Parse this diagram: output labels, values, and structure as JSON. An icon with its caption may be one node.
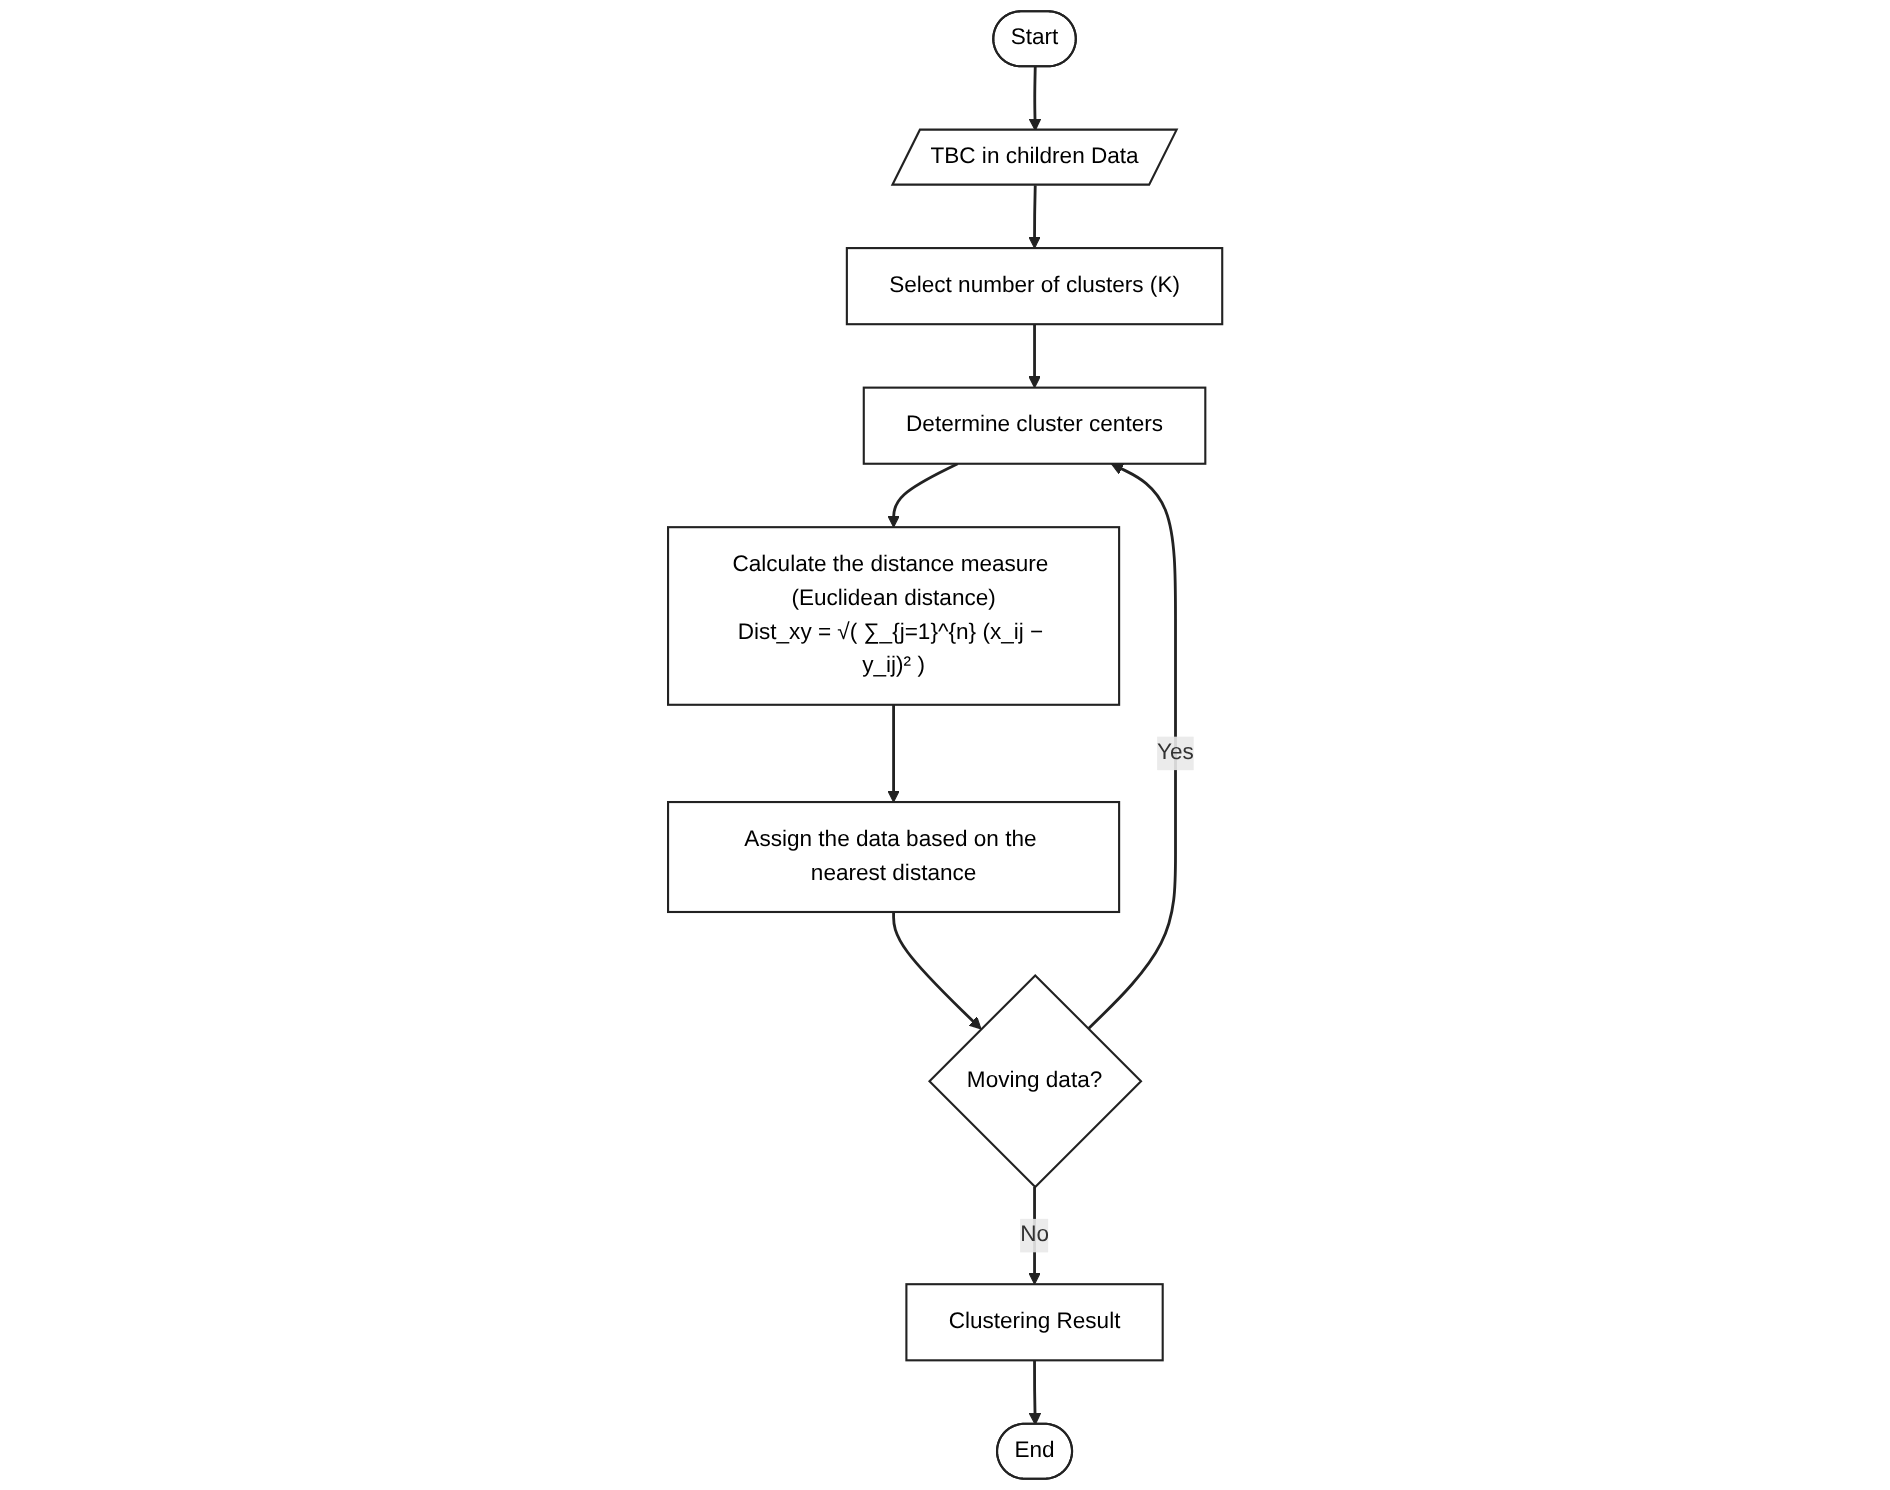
{
  "diagram": {
    "nodes": [
      {
        "text": [
          "Start"
        ]
      },
      {
        "text": [
          "TBC in children Data"
        ]
      },
      {
        "text": [
          "Select number of clusters (K)"
        ]
      },
      {
        "text": [
          "Determine cluster centers"
        ]
      },
      {
        "text": [
          "Calculate the distance measure (Euclidean distance)",
          "Dist_xy = √( ∑_{j=1}^{n} (x_ij − y_ij)² )"
        ]
      },
      {
        "text": [
          "Assign the data based on the nearest distance"
        ]
      },
      {
        "text": [
          "Moving data?"
        ]
      },
      {
        "text": [
          "Clustering Result"
        ]
      },
      {
        "text": [
          "End"
        ]
      }
    ],
    "edges": [
      {
        "from": 0,
        "to": 1,
        "arrow": "to"
      },
      {
        "from": 1,
        "to": 2,
        "arrow": "to"
      },
      {
        "from": 2,
        "to": 3,
        "arrow": "to"
      },
      {
        "from": 3,
        "to": 4,
        "arrow": "to"
      },
      {
        "from": 4,
        "to": 5,
        "arrow": "to"
      },
      {
        "from": 5,
        "to": 6,
        "arrow": "to"
      },
      {
        "from": 6,
        "to": 3,
        "label": "Yes",
        "arrow": "to"
      },
      {
        "from": 6,
        "to": 7,
        "label": "No",
        "arrow": "to"
      },
      {
        "from": 7,
        "to": 8,
        "arrow": "to"
      }
    ]
  }
}
